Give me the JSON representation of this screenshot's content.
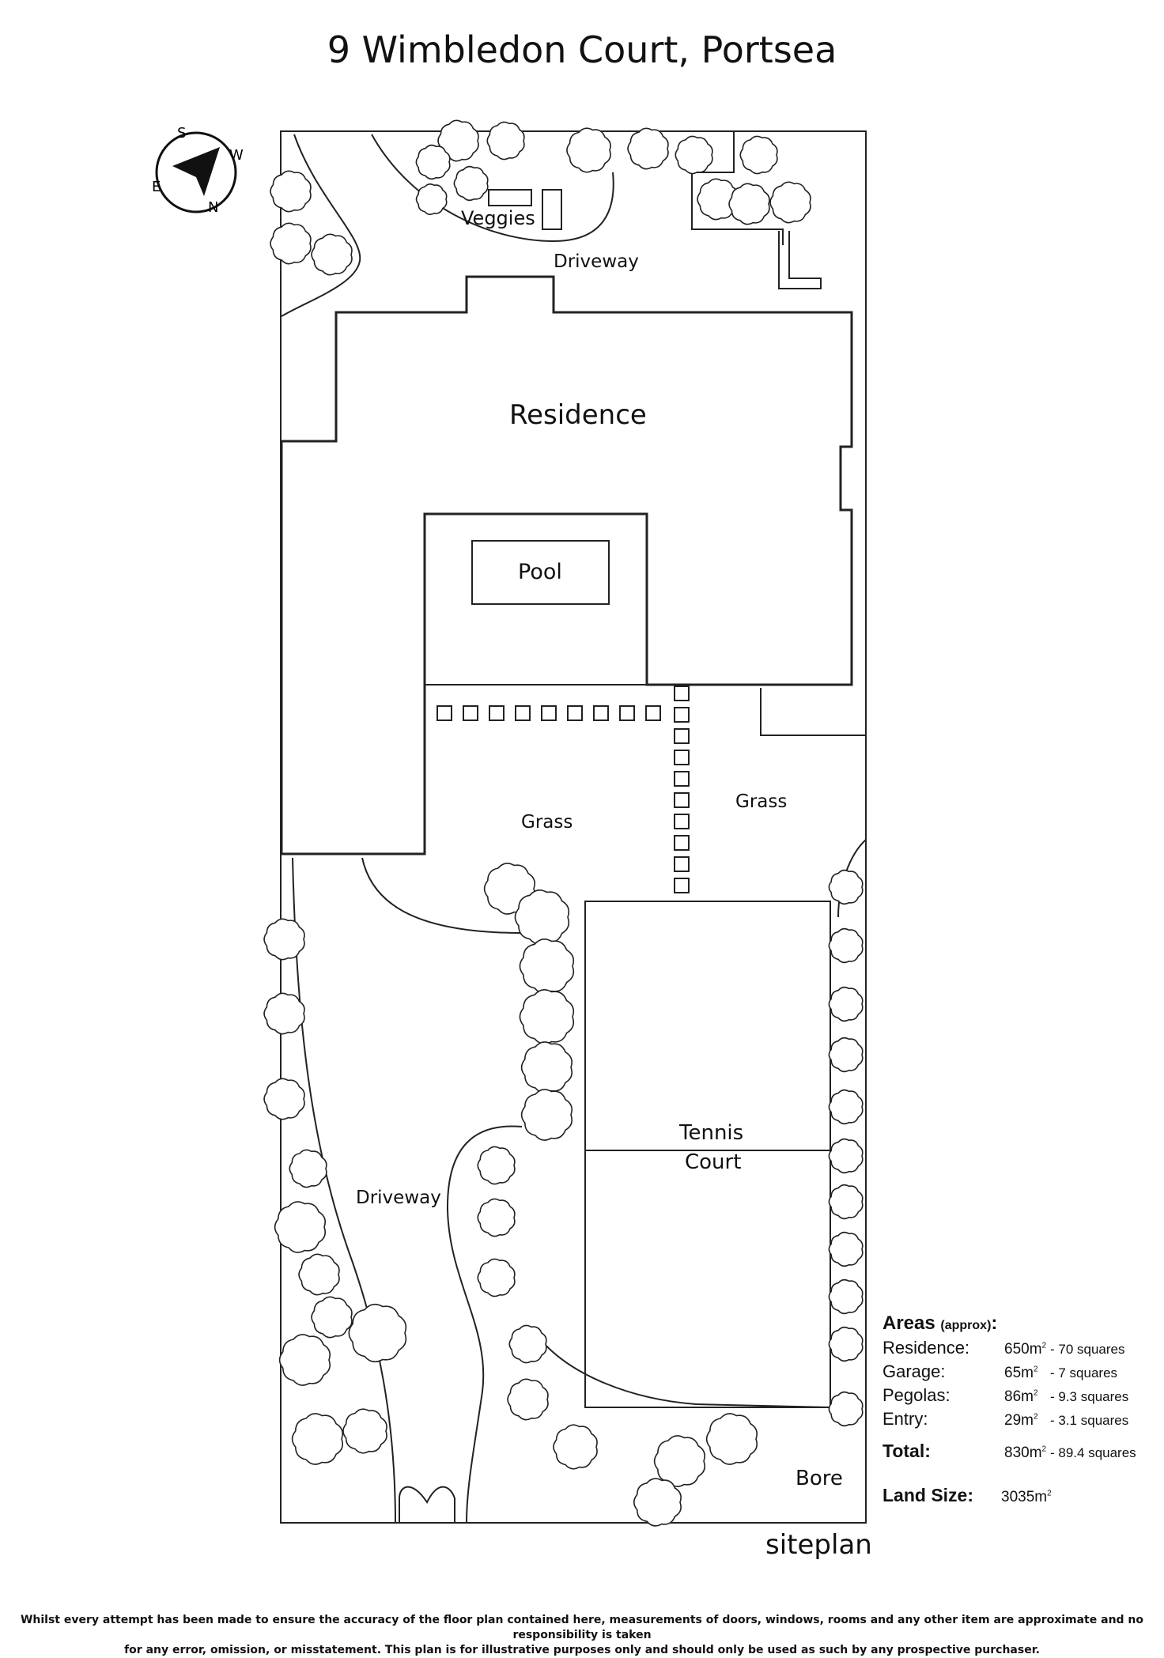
{
  "title": "9 Wimbledon Court, Portsea",
  "compass": {
    "letters": [
      "S",
      "W",
      "N",
      "E"
    ]
  },
  "labels": {
    "veggies": "Veggies",
    "driveway_top": "Driveway",
    "residence": "Residence",
    "pool": "Pool",
    "grass_left": "Grass",
    "grass_right": "Grass",
    "tennis_line1": "Tennis",
    "tennis_line2": "Court",
    "driveway_bottom": "Driveway",
    "bore": "Bore"
  },
  "areas": {
    "heading": "Areas",
    "heading_note": "(approx)",
    "heading_colon": ":",
    "unit_sup": "2",
    "rows": [
      {
        "name": "Residence:",
        "m2": "650m",
        "squares": "- 70 squares"
      },
      {
        "name": "Garage:",
        "m2": "65m",
        "squares": "- 7 squares"
      },
      {
        "name": "Pegolas:",
        "m2": "86m",
        "squares": "- 9.3 squares"
      },
      {
        "name": "Entry:",
        "m2": "29m",
        "squares": "- 3.1 squares"
      }
    ],
    "total": {
      "name": "Total:",
      "m2": "830m",
      "squares": "- 89.4 squares"
    },
    "land": {
      "name": "Land Size:",
      "m2": "3035m"
    }
  },
  "footer_label": "siteplan",
  "disclaimer": {
    "line1": "Whilst every attempt has been made to ensure the accuracy of the floor plan contained here, measurements of doors, windows, rooms and any other item are approximate and no responsibility is taken",
    "line2": "for any error, omission, or misstatement. This plan is for illustrative purposes only and should only be used as such by any prospective purchaser."
  }
}
